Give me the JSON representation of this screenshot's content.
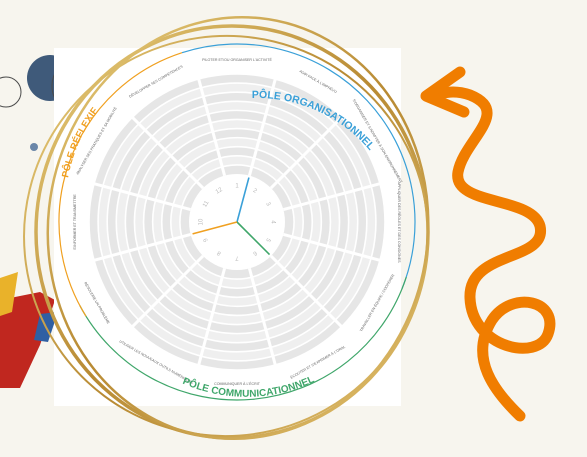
{
  "wheel": {
    "poles": [
      {
        "label": "PÔLE ORGANISATIONNEL",
        "color": "#3aa0d8"
      },
      {
        "label": "PÔLE COMMUNICATIONNEL",
        "color": "#3fa66a"
      },
      {
        "label": "PÔLE RÉFLEXIF",
        "color": "#f0a020"
      }
    ],
    "segments": [
      "PILOTER ET/OU ORGANISER L'ACTIVITÉ",
      "AGIR FACE À L'IMPRÉVU",
      "S'ORGANISER ET S'ADAPTER À SON ENVIRONNEMENT",
      "APPLIQUER DES RÈGLES ET DES CONSIGNES",
      "TRAVAILLER EN ÉQUIPE / COOPÉRER",
      "ÉCOUTER ET S'EXPRIMER À L'ORAL",
      "COMMUNIQUER À L'ÉCRIT",
      "UTILISER LES NOUVEAUX OUTILS NUMÉRIQUES",
      "RÉSOUDRE UN PROBLÈME",
      "S'INFORMER ET TRANSMETTRE",
      "ANALYSER SES PRATIQUES ET SA MOBILITÉ",
      "DÉVELOPPER SES COMPÉTENCES"
    ],
    "center_numbers": [
      "1",
      "2",
      "3",
      "4",
      "5",
      "6",
      "7",
      "8",
      "9",
      "10",
      "11",
      "12"
    ]
  },
  "colors": {
    "background": "#f7f5ee",
    "gold": "#c9a04a",
    "orange": "#f07d00",
    "navy": "#3f5a7a"
  }
}
